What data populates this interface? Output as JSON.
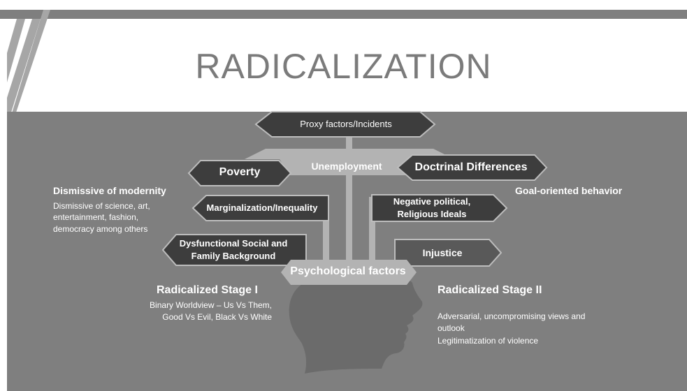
{
  "title": "RADICALIZATION",
  "nodes": {
    "proxy": "Proxy factors/Incidents",
    "unemployment": "Unemployment",
    "poverty": "Poverty",
    "doctrinal": "Doctrinal Differences",
    "marginalization": "Marginalization/Inequality",
    "negative_line1": "Negative political,",
    "negative_line2": "Religious Ideals",
    "dysfunctional_line1": "Dysfunctional Social and",
    "dysfunctional_line2": "Family Background",
    "injustice": "Injustice",
    "psychological": "Psychological factors"
  },
  "left_note": {
    "heading": "Dismissive of modernity",
    "lines": [
      "Dismissive of science,  art,",
      "entertainment, fashion,",
      "democracy  among others"
    ]
  },
  "right_note": {
    "heading": "Goal-oriented  behavior"
  },
  "stage1": {
    "heading": "Radicalized Stage I",
    "lines": [
      "Binary Worldview – Us Vs Them,",
      "Good Vs Evil, Black Vs White"
    ]
  },
  "stage2": {
    "heading": "Radicalized Stage II",
    "lines": [
      "Adversarial, uncompromising views and",
      "outlook",
      "Legitimatization of violence"
    ]
  },
  "colors": {
    "panel": "#7f7f7f",
    "dark_shape": "#3d3d3d",
    "light_shape": "#b3b3b3",
    "head": "#6b6b6b",
    "title": "#7b7b7b"
  }
}
